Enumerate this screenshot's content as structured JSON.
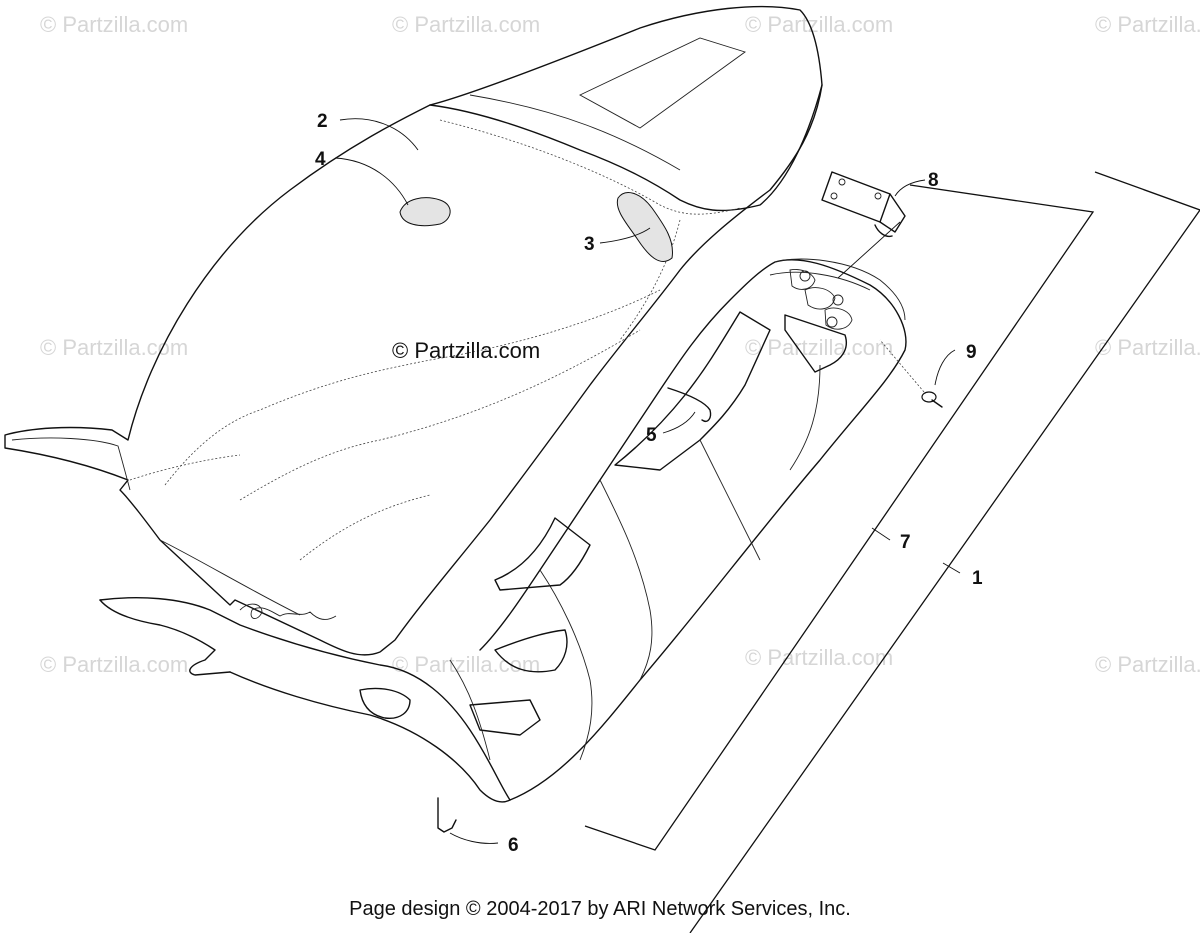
{
  "watermarks": {
    "text": "© Partzilla.com"
  },
  "center_watermark": "© Partzilla.com",
  "callouts": {
    "c1": "1",
    "c2": "2",
    "c3": "3",
    "c4": "4",
    "c5": "5",
    "c6": "6",
    "c7": "7",
    "c8": "8",
    "c9": "9"
  },
  "footer": "Page design © 2004-2017 by ARI Network Services, Inc."
}
